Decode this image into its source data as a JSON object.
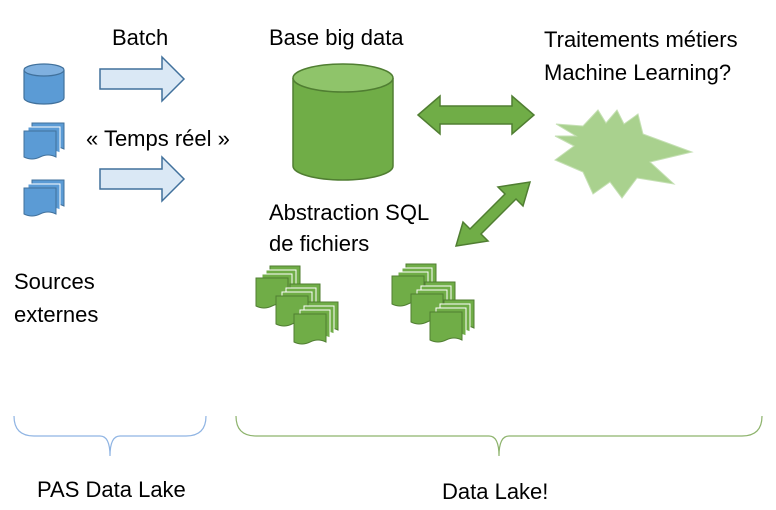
{
  "labels": {
    "batch": "Batch",
    "realtime": "« Temps réel »",
    "base_big_data": "Base big data",
    "business_line1": "Traitements métiers",
    "business_line2": "Machine Learning?",
    "sql_line1": "Abstraction SQL",
    "sql_line2": "de fichiers",
    "sources_line1": "Sources",
    "sources_line2": "externes",
    "no_lake": "PAS Data Lake",
    "lake": "Data Lake!"
  },
  "colors": {
    "source_blue": "#5b9bd5",
    "source_blue_stroke": "#41719c",
    "arrow_fill": "#dae8f5",
    "arrow_stroke": "#41719c",
    "green": "#70ad47",
    "green_stroke": "#507e32",
    "burst_fill": "#a9d18e",
    "brace_blue": "#8fb4e3",
    "brace_green": "#8db36c"
  },
  "icons": {
    "source_db": "cylinder-icon",
    "source_docs": "multi-document-icon",
    "arrow": "right-arrow-icon",
    "database": "database-icon",
    "bidirectional": "double-arrow-icon",
    "burst": "explosion-shape",
    "files": "document-stack-icon"
  }
}
